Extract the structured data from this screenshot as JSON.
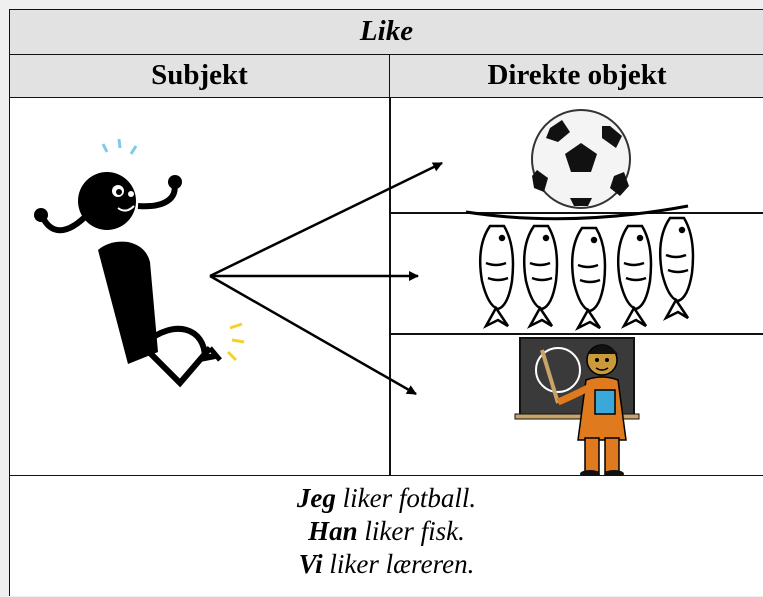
{
  "table": {
    "title": "Like",
    "headers": {
      "subject": "Subjekt",
      "object": "Direkte objekt"
    }
  },
  "images": {
    "subject": "cheering-person-icon",
    "objects": [
      "soccer-ball-icon",
      "hanging-fish-icon",
      "teacher-at-blackboard-icon"
    ]
  },
  "sentences": [
    {
      "subject": "Jeg",
      "rest": " liker fotball."
    },
    {
      "subject": "Han",
      "rest": " liker fisk."
    },
    {
      "subject": "Vi",
      "rest": " liker læreren."
    }
  ]
}
